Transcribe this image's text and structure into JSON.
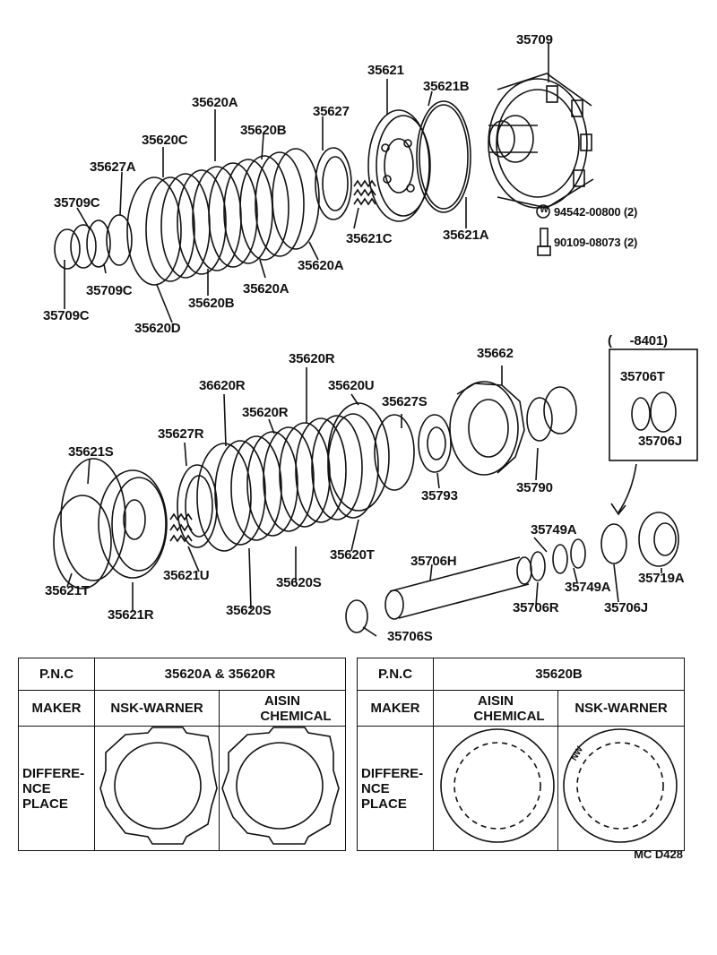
{
  "upper_labels": {
    "l35709": "35709",
    "l35621": "35621",
    "l35621B": "35621B",
    "l35620A_top": "35620A",
    "l35627": "35627",
    "l35620B_top": "35620B",
    "l35620C": "35620C",
    "l35627A": "35627A",
    "l35709C_a": "35709C",
    "l35709C_b": "35709C",
    "l35709C_c": "35709C",
    "l35620D": "35620D",
    "l35620B_bot": "35620B",
    "l35620A_bot": "35620A",
    "l35620A_mid": "35620A",
    "l35621C": "35621C",
    "l35621A": "35621A",
    "washer_part": "94542-00800 (2)",
    "bolt_part": "90109-08073 (2)",
    "washer_symbol": "W"
  },
  "lower_labels": {
    "l35620R_top": "35620R",
    "l36620R": "36620R",
    "l35662": "35662",
    "l35620U": "35620U",
    "l35627S": "35627S",
    "l35620R_mid": "35620R",
    "l35627R": "35627R",
    "l35621S": "35621S",
    "l35793": "35793",
    "l35790": "35790",
    "l35621U": "35621U",
    "l35620T": "35620T",
    "l35706H": "35706H",
    "l35749A_a": "35749A",
    "l35749A_b": "35749A",
    "l35719A": "35719A",
    "l35621T": "35621T",
    "l35621R": "35621R",
    "l35620S_a": "35620S",
    "l35620S_b": "35620S",
    "l35706R": "35706R",
    "l35706J_b": "35706J",
    "l35706S": "35706S"
  },
  "inset": {
    "range": "(     -8401)",
    "l35706T": "35706T",
    "l35706J": "35706J"
  },
  "table_left": {
    "pnc_label": "P.N.C",
    "pnc_value": "35620A  &  35620R",
    "maker_label": "MAKER",
    "maker_1": "NSK-WARNER",
    "maker_2a": "AISIN",
    "maker_2b": "CHEMICAL",
    "diff_line1": "DIFFERE-",
    "diff_line2": "NCE",
    "diff_line3": "PLACE"
  },
  "table_right": {
    "pnc_label": "P.N.C",
    "pnc_value": "35620B",
    "maker_label": "MAKER",
    "maker_1a": "AISIN",
    "maker_1b": "CHEMICAL",
    "maker_2": "NSK-WARNER",
    "diff_line1": "DIFFERE-",
    "diff_line2": "NCE",
    "diff_line3": "PLACE",
    "nsk_mark": "NW"
  },
  "footer": "MC  D428"
}
